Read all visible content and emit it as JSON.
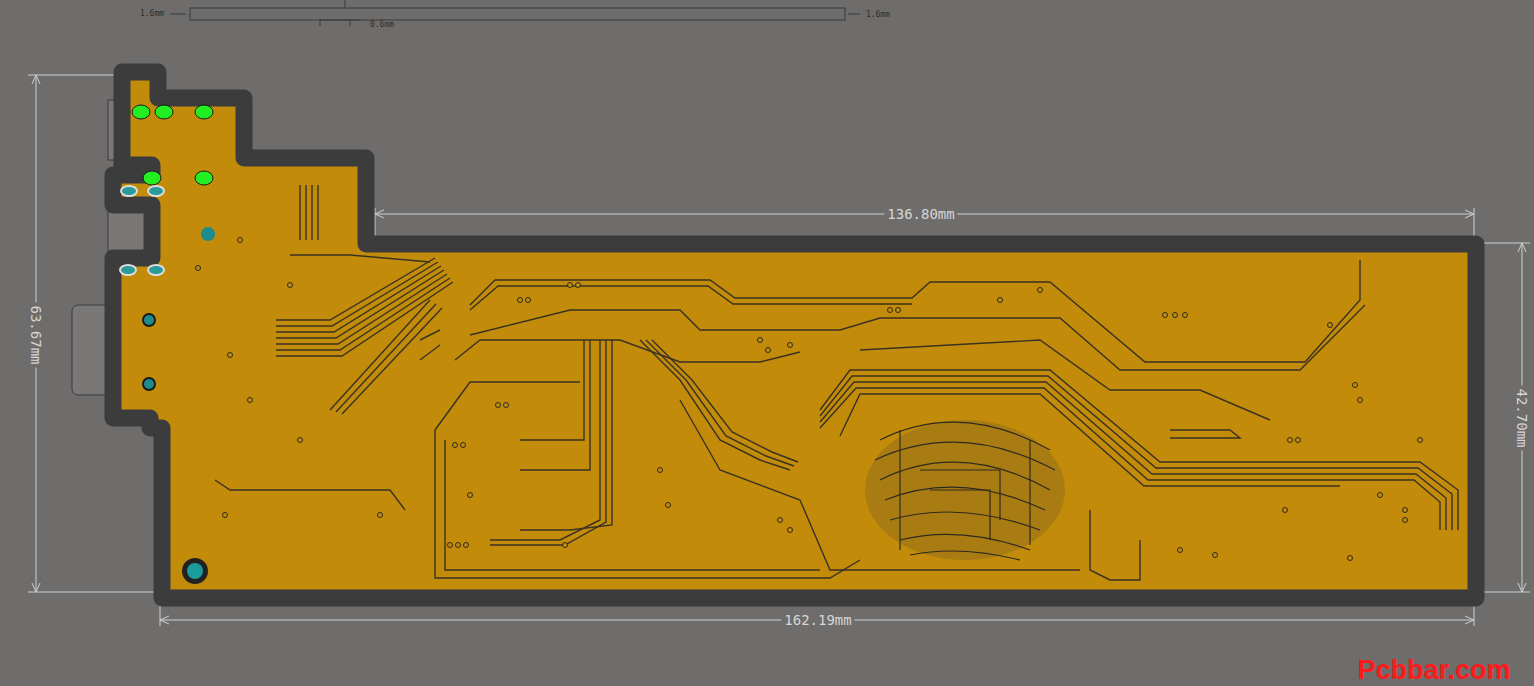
{
  "diagram": {
    "labels": [
      "1.6mm",
      "1.6mm",
      "0.6mm",
      "136.80mm",
      "63.67mm",
      "42.70mm",
      "162.19mm",
      "Pcbbar.com"
    ]
  }
}
